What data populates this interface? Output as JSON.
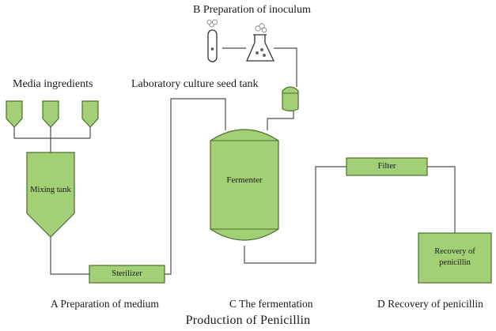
{
  "headings": {
    "inoculum": "B  Preparation of inoculum",
    "media": "Media ingredients",
    "seed_tank": "Laboratory culture seed tank"
  },
  "stages": {
    "a": "A  Preparation of medium",
    "c": "C  The fermentation",
    "d": "D  Recovery of penicillin"
  },
  "caption": "Production of Penicillin",
  "components": {
    "mixing_tank": "Mixing tank",
    "fermenter": "Fermenter",
    "sterilizer": "Sterilizer",
    "filter": "Filter",
    "recovery": "Recovery of penicillin"
  },
  "colors": {
    "fill": "#a3d077",
    "stroke": "#4a6e2c",
    "pipe": "#4d4d4d"
  }
}
